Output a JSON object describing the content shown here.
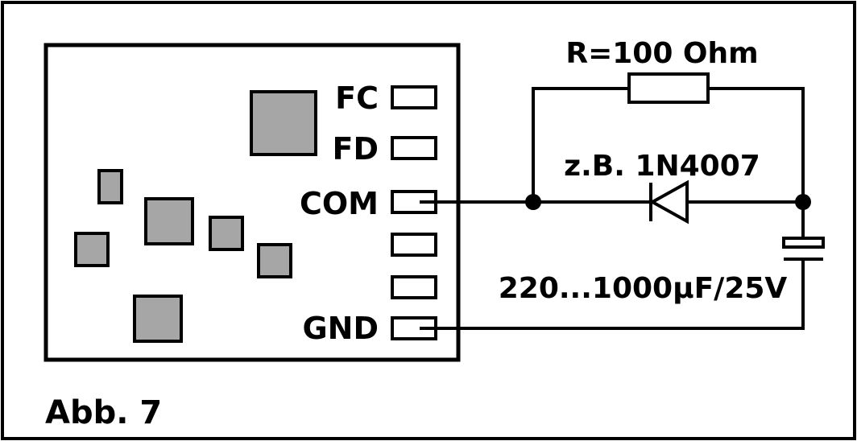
{
  "figure_label": "Abb. 7",
  "decoder": {
    "pins": [
      {
        "label": "FC"
      },
      {
        "label": "FD"
      },
      {
        "label": "COM"
      },
      {
        "label": ""
      },
      {
        "label": ""
      },
      {
        "label": "GND"
      }
    ]
  },
  "components": {
    "resistor_label": "R=100 Ohm",
    "diode_label": "z.B. 1N4007",
    "capacitor_label": "220...1000µF/25V"
  },
  "colors": {
    "line": "#000000",
    "chip_fill": "#a6a6a6",
    "background": "#ffffff"
  }
}
